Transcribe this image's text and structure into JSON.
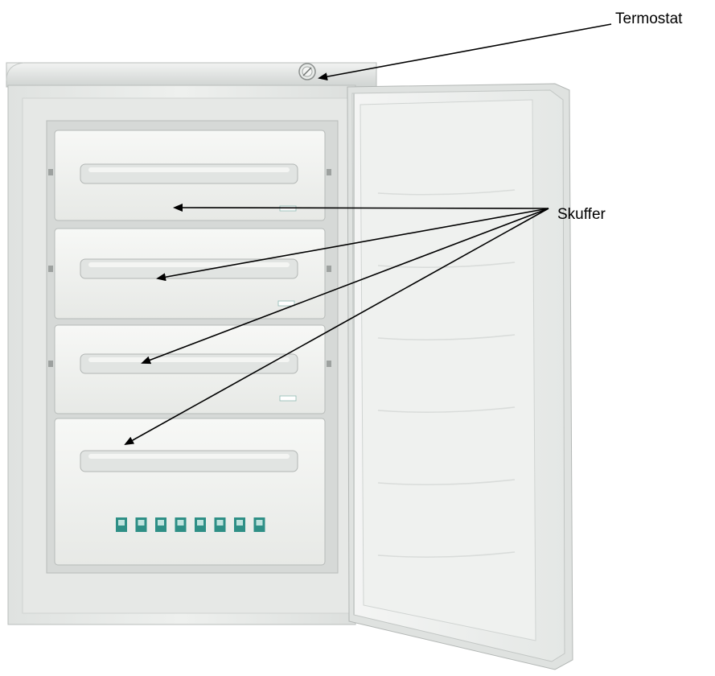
{
  "labels": {
    "termostat": "Termostat",
    "skuffer": "Skuffer"
  },
  "drawers": [
    {
      "name": "drawer-1",
      "has_label_tag": true
    },
    {
      "name": "drawer-2",
      "has_label_tag": true
    },
    {
      "name": "drawer-3",
      "has_label_tag": true
    },
    {
      "name": "drawer-4",
      "has_label_tag": false
    }
  ],
  "star_icons_count": 8,
  "colors": {
    "cabinet": "#e9ebea",
    "cabinet_shadow": "#c9cdcb",
    "drawer": "#f3f4f2",
    "icon_teal": "#2e8f86",
    "arrow": "#000000"
  }
}
